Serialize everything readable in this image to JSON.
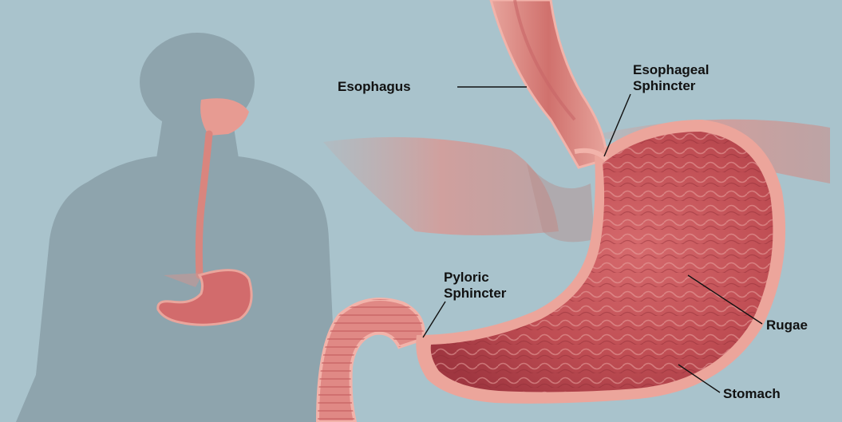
{
  "labels": {
    "esophagus": "Esophagus",
    "esophageal_sphincter": [
      "Esophageal",
      "Sphincter"
    ],
    "pyloric_sphincter": [
      "Pyloric",
      "Sphincter"
    ],
    "rugae": "Rugae",
    "stomach": "Stomach"
  },
  "colors": {
    "background": "#a9c3cc",
    "silhouette": "#8ea4ad",
    "tissue_outer": "#e9a39a",
    "tissue_wall": "#c9575a",
    "tissue_inner": "#b8434c",
    "leader_line": "#111111"
  }
}
